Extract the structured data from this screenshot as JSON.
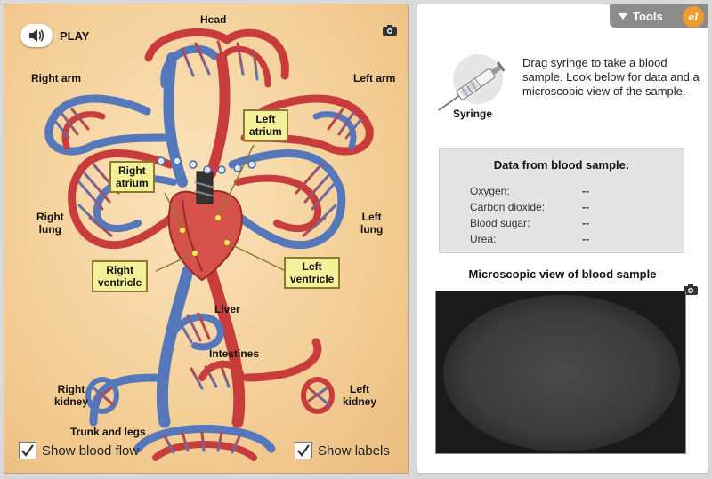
{
  "sim": {
    "play_label": "PLAY",
    "organs": {
      "head": "Head",
      "right_arm": "Right arm",
      "left_arm": "Left arm",
      "right_lung": "Right\nlung",
      "left_lung": "Left\nlung",
      "liver": "Liver",
      "intestines": "Intestines",
      "right_kidney": "Right\nkidney",
      "left_kidney": "Left\nkidney",
      "trunk_legs": "Trunk and legs"
    },
    "callouts": {
      "left_atrium": "Left\natrium",
      "right_atrium": "Right\natrium",
      "right_ventricle": "Right\nventricle",
      "left_ventricle": "Left\nventricle"
    },
    "checkboxes": {
      "show_blood_flow": {
        "label": "Show blood flow",
        "checked": true
      },
      "show_labels": {
        "label": "Show labels",
        "checked": true
      }
    }
  },
  "tools": {
    "label": "Tools",
    "logo": "el"
  },
  "syringe": {
    "label": "Syringe",
    "instructions": "Drag syringe to take a blood sample. Look below for data and a microscopic view of the sample."
  },
  "blood_data": {
    "title": "Data from blood sample:",
    "rows": [
      {
        "label": "Oxygen:",
        "value": "--"
      },
      {
        "label": "Carbon dioxide:",
        "value": "--"
      },
      {
        "label": "Blood sugar:",
        "value": "--"
      },
      {
        "label": "Urea:",
        "value": "--"
      }
    ]
  },
  "microscope": {
    "title": "Microscopic view of blood sample"
  },
  "colors": {
    "artery_red": "#c83c3c",
    "vein_blue": "#5577bb",
    "callout_yellow": "#f5f09a",
    "tools_gray": "#8c8c8c"
  }
}
